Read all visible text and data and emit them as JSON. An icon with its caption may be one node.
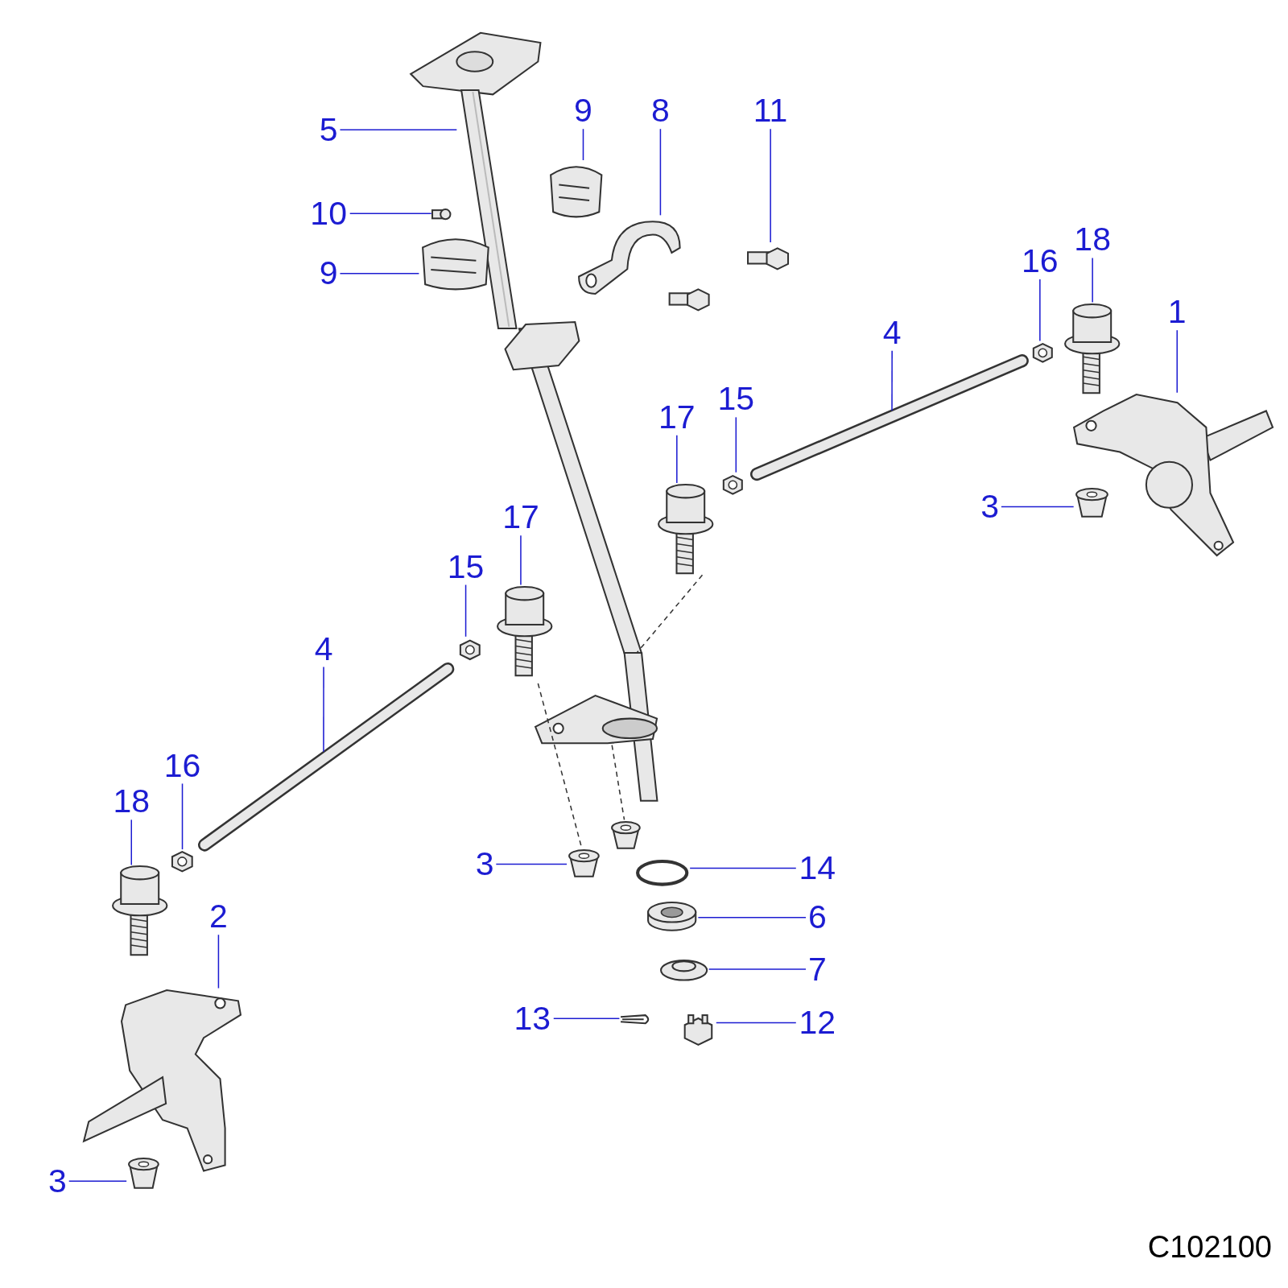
{
  "diagram": {
    "nodes": [
      {
        "text": [
          "5"
        ]
      },
      {
        "text": [],
        "shape": "picture"
      },
      {
        "text": [
          "9"
        ]
      },
      {
        "text": [],
        "shape": "picture"
      },
      {
        "text": [
          "8"
        ]
      },
      {
        "text": [],
        "shape": "picture"
      },
      {
        "text": [
          "11"
        ]
      },
      {
        "text": [],
        "shape": "bolt"
      },
      {
        "text": [
          "10"
        ]
      },
      {
        "text": [],
        "shape": "fitting"
      },
      {
        "text": [
          "9"
        ]
      },
      {
        "text": [],
        "shape": "picture"
      },
      {
        "text": [
          "18"
        ]
      },
      {
        "text": [],
        "shape": "picture"
      },
      {
        "text": [
          "16"
        ]
      },
      {
        "text": [],
        "shape": "nut"
      },
      {
        "text": [
          "1"
        ]
      },
      {
        "text": [],
        "shape": "picture"
      },
      {
        "text": [
          "4"
        ]
      },
      {
        "text": [],
        "shape": "picture"
      },
      {
        "text": [
          "15"
        ]
      },
      {
        "text": [],
        "shape": "nut"
      },
      {
        "text": [
          "17"
        ]
      },
      {
        "text": [],
        "shape": "picture"
      },
      {
        "text": [
          "3"
        ]
      },
      {
        "text": [],
        "shape": "bushing"
      },
      {
        "text": [
          "17"
        ]
      },
      {
        "text": [],
        "shape": "picture"
      },
      {
        "text": [
          "15"
        ]
      },
      {
        "text": [],
        "shape": "nut"
      },
      {
        "text": [
          "4"
        ]
      },
      {
        "text": [],
        "shape": "picture"
      },
      {
        "text": [
          "16"
        ]
      },
      {
        "text": [],
        "shape": "nut"
      },
      {
        "text": [
          "18"
        ]
      },
      {
        "text": [],
        "shape": "picture"
      },
      {
        "text": [
          "3"
        ]
      },
      {
        "text": [],
        "shape": "bushing"
      },
      {
        "text": [
          "14"
        ]
      },
      {
        "text": [],
        "shape": "ring"
      },
      {
        "text": [
          "2"
        ]
      },
      {
        "text": [],
        "shape": "picture"
      },
      {
        "text": [
          "6"
        ]
      },
      {
        "text": [],
        "shape": "picture"
      },
      {
        "text": [
          "7"
        ]
      },
      {
        "text": [],
        "shape": "picture"
      },
      {
        "text": [
          "13"
        ]
      },
      {
        "text": [],
        "shape": "picture"
      },
      {
        "text": [
          "12"
        ]
      },
      {
        "text": [],
        "shape": "picture"
      },
      {
        "text": [
          "3"
        ]
      },
      {
        "text": [],
        "shape": "bushing"
      },
      {
        "text": [],
        "shape": "picture"
      },
      {
        "text": [],
        "shape": "picture"
      },
      {
        "text": [],
        "shape": "bushing"
      }
    ],
    "edges": [
      {
        "from": 0,
        "to": 1,
        "arrow": "none"
      },
      {
        "from": 2,
        "to": 3,
        "arrow": "none"
      },
      {
        "from": 4,
        "to": 5,
        "arrow": "none"
      },
      {
        "from": 6,
        "to": 7,
        "arrow": "none"
      },
      {
        "from": 8,
        "to": 9,
        "arrow": "none"
      },
      {
        "from": 10,
        "to": 11,
        "arrow": "none"
      },
      {
        "from": 12,
        "to": 13,
        "arrow": "none"
      },
      {
        "from": 14,
        "to": 15,
        "arrow": "none"
      },
      {
        "from": 16,
        "to": 17,
        "arrow": "none"
      },
      {
        "from": 18,
        "to": 19,
        "arrow": "none"
      },
      {
        "from": 20,
        "to": 21,
        "arrow": "none"
      },
      {
        "from": 22,
        "to": 23,
        "arrow": "none"
      },
      {
        "from": 24,
        "to": 25,
        "arrow": "none"
      },
      {
        "from": 26,
        "to": 27,
        "arrow": "none"
      },
      {
        "from": 28,
        "to": 29,
        "arrow": "none"
      },
      {
        "from": 30,
        "to": 31,
        "arrow": "none"
      },
      {
        "from": 32,
        "to": 33,
        "arrow": "none"
      },
      {
        "from": 34,
        "to": 35,
        "arrow": "none"
      },
      {
        "from": 36,
        "to": 37,
        "arrow": "none"
      },
      {
        "from": 38,
        "to": 39,
        "arrow": "none"
      },
      {
        "from": 40,
        "to": 41,
        "arrow": "none"
      },
      {
        "from": 42,
        "to": 43,
        "arrow": "none"
      },
      {
        "from": 44,
        "to": 45,
        "arrow": "none"
      },
      {
        "from": 46,
        "to": 47,
        "arrow": "none"
      },
      {
        "from": 48,
        "to": 49,
        "arrow": "none"
      },
      {
        "from": 50,
        "to": 51,
        "arrow": "none"
      },
      {
        "from": 23,
        "to": 52,
        "arrow": "none",
        "style": "dashed",
        "color": "#333333"
      },
      {
        "from": 27,
        "to": 37,
        "arrow": "none",
        "style": "dashed",
        "color": "#333333"
      },
      {
        "from": 53,
        "to": 54,
        "arrow": "none",
        "style": "dashed",
        "color": "#333333"
      }
    ],
    "labels": [
      "C102100"
    ]
  }
}
